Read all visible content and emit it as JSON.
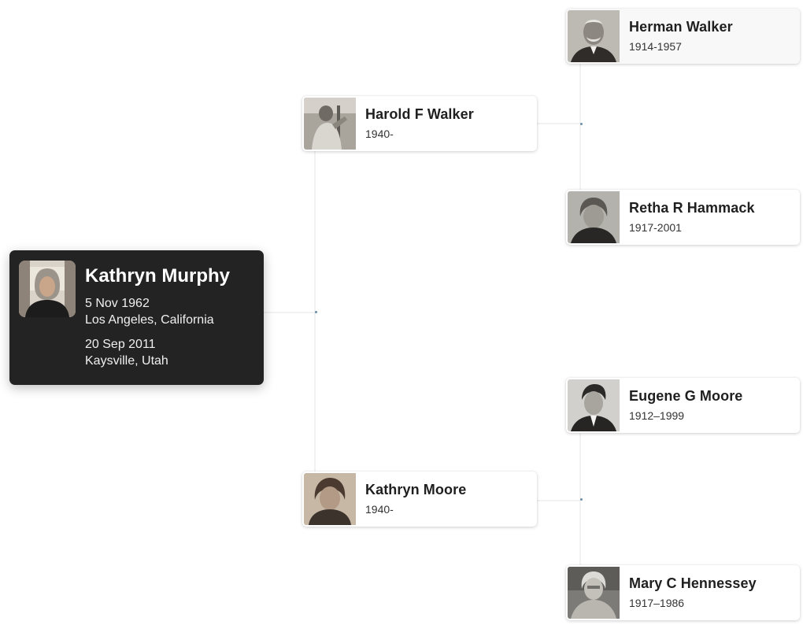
{
  "focus_person": {
    "name": "Kathryn Murphy",
    "birth_date": "5 Nov 1962",
    "birth_place": "Los Angeles, California",
    "death_date": "20 Sep 2011",
    "death_place": "Kaysville, Utah"
  },
  "parents": [
    {
      "name": "Harold F Walker",
      "dates": "1940-"
    },
    {
      "name": "Kathryn Moore",
      "dates": "1940-"
    }
  ],
  "grandparents": [
    {
      "name": "Herman Walker",
      "dates": "1914-1957"
    },
    {
      "name": "Retha R Hammack",
      "dates": "1917-2001"
    },
    {
      "name": "Eugene G Moore",
      "dates": "1912–1999"
    },
    {
      "name": "Mary C Hennessey",
      "dates": "1917–1986"
    }
  ],
  "colors": {
    "focus_card_bg": "#232323",
    "card_bg": "#ffffff",
    "connector": "#e2e2e2",
    "connector_dot": "#6c8ea8"
  }
}
